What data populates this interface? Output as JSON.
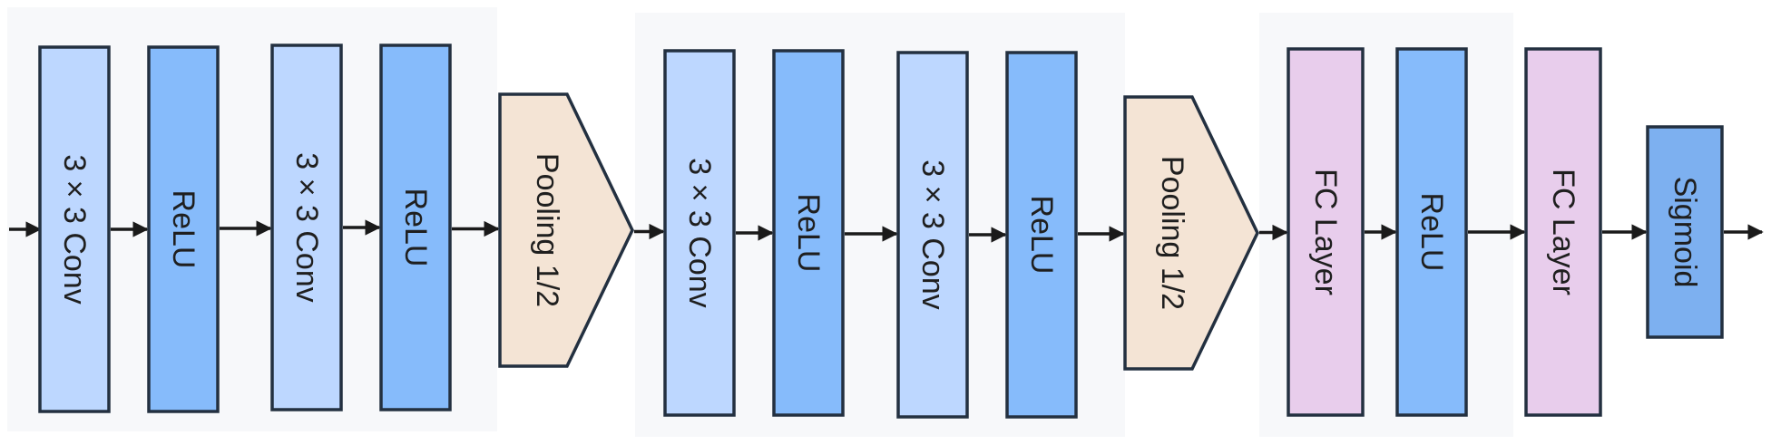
{
  "colors": {
    "conv": "#bdd7ff",
    "relu": "#86bbfb",
    "pool": "#f4e4d5",
    "fc": "#e8cdec",
    "sigmoid": "#7db0f0",
    "group_bg": "#f7f8fa"
  },
  "layers": [
    {
      "id": "conv-1",
      "kind": "conv",
      "label": "3 × 3 Conv"
    },
    {
      "id": "relu-1",
      "kind": "relu",
      "label": "ReLU"
    },
    {
      "id": "conv-2",
      "kind": "conv",
      "label": "3 × 3 Conv"
    },
    {
      "id": "relu-2",
      "kind": "relu",
      "label": "ReLU"
    },
    {
      "id": "pool-1",
      "kind": "pool",
      "label": "Pooling 1/2"
    },
    {
      "id": "conv-3",
      "kind": "conv",
      "label": "3 × 3 Conv"
    },
    {
      "id": "relu-3",
      "kind": "relu",
      "label": "ReLU"
    },
    {
      "id": "conv-4",
      "kind": "conv",
      "label": "3 × 3 Conv"
    },
    {
      "id": "relu-4",
      "kind": "relu",
      "label": "ReLU"
    },
    {
      "id": "pool-2",
      "kind": "pool",
      "label": "Pooling 1/2"
    },
    {
      "id": "fc-1",
      "kind": "fc",
      "label": "FC Layer"
    },
    {
      "id": "relu-5",
      "kind": "relu",
      "label": "ReLU"
    },
    {
      "id": "fc-2",
      "kind": "fc",
      "label": "FC Layer"
    },
    {
      "id": "sigmoid",
      "kind": "sigmoid",
      "label": "Sigmoid"
    }
  ]
}
